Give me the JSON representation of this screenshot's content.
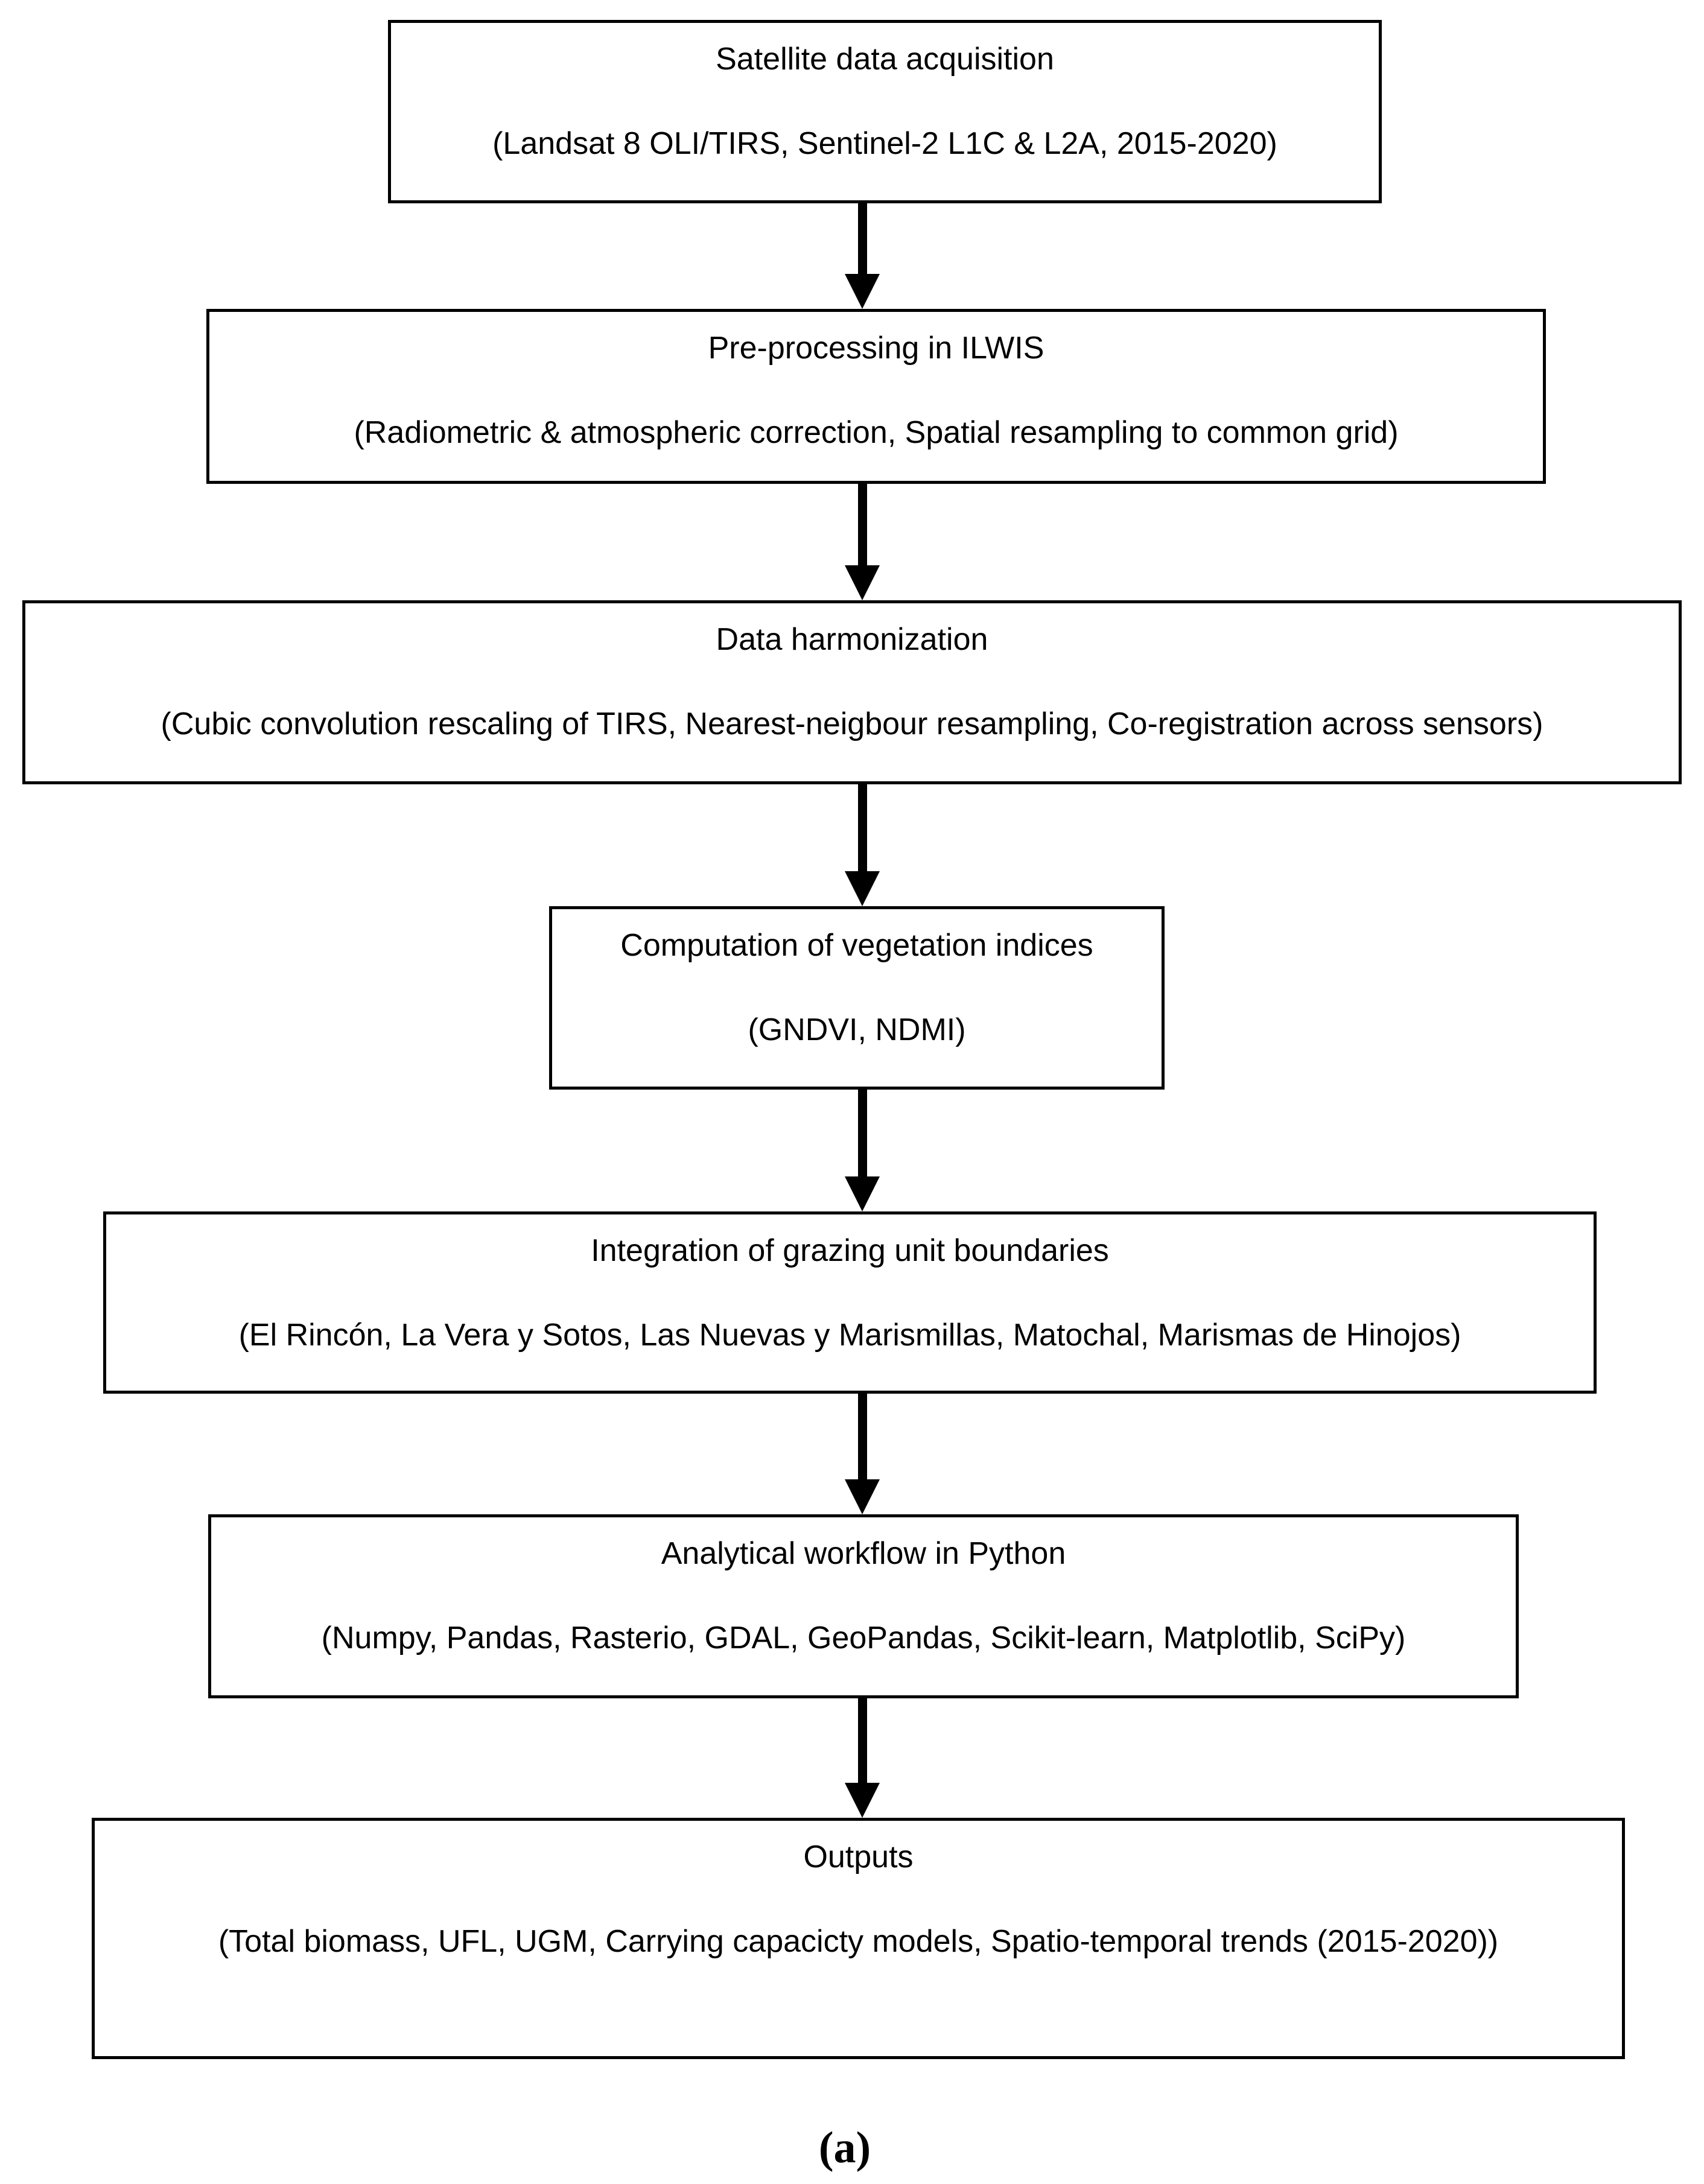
{
  "figure": {
    "label": "(a)"
  },
  "colors": {
    "background": "#ffffff",
    "box_border": "#000000",
    "box_background": "#ffffff",
    "text": "#000000",
    "arrow": "#000000"
  },
  "flowchart": {
    "direction": "top-to-bottom",
    "connector": "solid-black-down-arrow",
    "steps": [
      {
        "title": "Satellite data acquisition",
        "detail": "(Landsat 8 OLI/TIRS, Sentinel-2 L1C & L2A, 2015-2020)"
      },
      {
        "title": "Pre-processing in ILWIS",
        "detail": "(Radiometric & atmospheric correction, Spatial resampling to common grid)"
      },
      {
        "title": "Data harmonization",
        "detail": "(Cubic convolution rescaling of TIRS, Nearest-neigbour resampling, Co-registration across sensors)"
      },
      {
        "title": "Computation of vegetation indices",
        "detail": "(GNDVI, NDMI)"
      },
      {
        "title": "Integration of grazing unit boundaries",
        "detail": "(El Rincón, La Vera y Sotos, Las Nuevas y Marismillas, Matochal, Marismas de Hinojos)"
      },
      {
        "title": "Analytical workflow in Python",
        "detail": "(Numpy, Pandas, Rasterio, GDAL, GeoPandas, Scikit-learn, Matplotlib, SciPy)"
      },
      {
        "title": "Outputs",
        "detail": "(Total biomass, UFL, UGM, Carrying capacicty models, Spatio-temporal trends (2015-2020))"
      }
    ]
  }
}
